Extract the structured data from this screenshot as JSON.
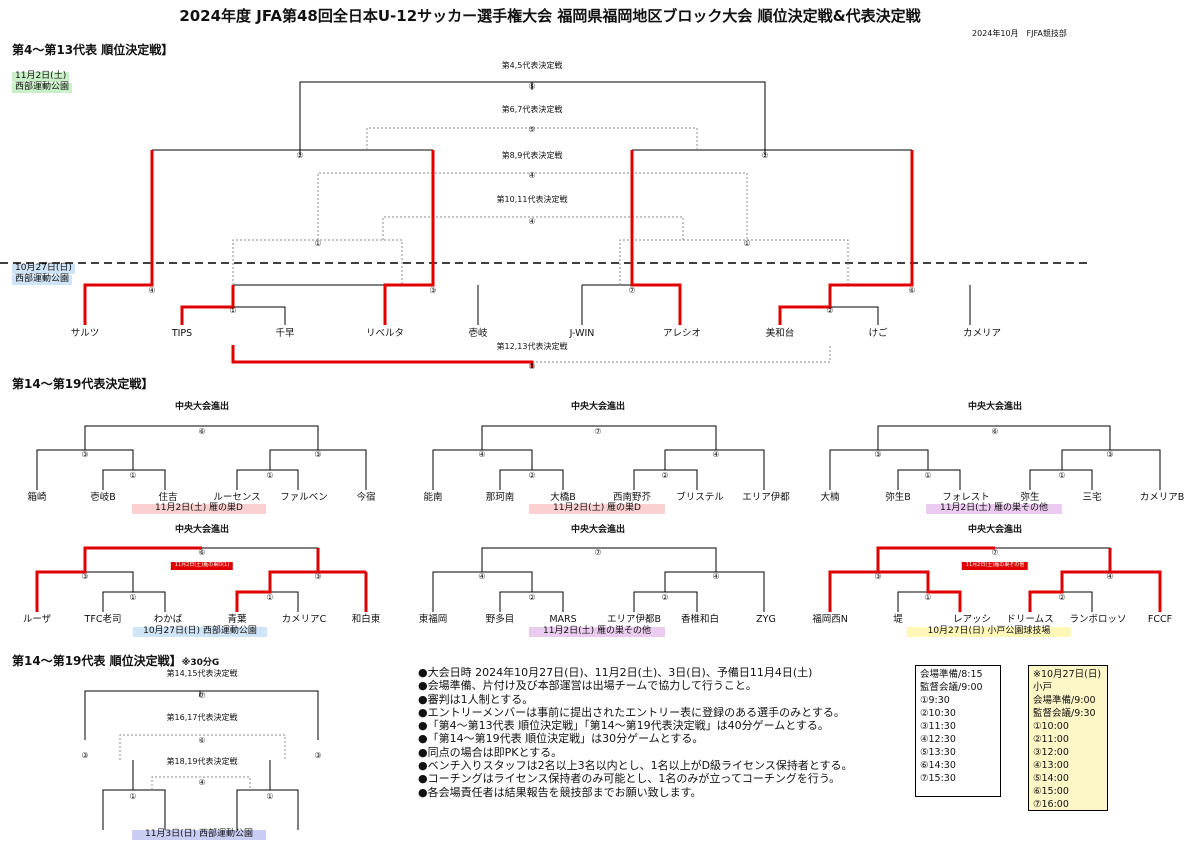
{
  "title": "2024年度 JFA第48回全日本U-12サッカー選手権大会 福岡県福岡地区ブロック大会 順位決定戦&代表決定戦",
  "subtitle": "2024年10月　FJFA競技部",
  "sections": {
    "s1": "第4～第13代表 順位決定戦】",
    "s2": "第14～第19代表決定戦】",
    "s3": "第14～第19代表 順位決定戦】",
    "s3_note": "※30分G"
  },
  "top": {
    "date1": "11月2日(土)",
    "venue1": "西部運動公園",
    "date2": "10月27日(日)",
    "venue2": "西部運動公園",
    "m45": "第4,5代表決定戦",
    "m67": "第6,7代表決定戦",
    "m89": "第8,9代表決定戦",
    "m1011": "第10,11代表決定戦",
    "m1213": "第12,13代表決定戦",
    "teams": [
      "サルツ",
      "TIPS",
      "千早",
      "リベルタ",
      "壱岐",
      "J-WIN",
      "アレシオ",
      "美和台",
      "けご",
      "カメリア"
    ],
    "n45": "⑤",
    "n67": "⑤",
    "nL": "②",
    "nR": "②",
    "n89": "④",
    "n1011": "④",
    "nLL": "①",
    "nRR": "①",
    "nA": "④",
    "nB": "③",
    "nC": "⑦",
    "nD": "⑥",
    "nTIPS": "①",
    "nMIWA": "②",
    "n1213": "⑤"
  },
  "groups": [
    {
      "head": "中央大会進出",
      "root": "⑥",
      "l": "③",
      "r": "③",
      "ll": "①",
      "rl": "①",
      "teams": [
        "箱崎",
        "壱岐B",
        "住吉",
        "ルーセンス",
        "ファルベン",
        "今宿"
      ],
      "venue": "11月2日(土) 雁の巣D"
    },
    {
      "head": "中央大会進出",
      "root": "⑦",
      "l": "④",
      "r": "④",
      "ll": "②",
      "rl": "②",
      "teams": [
        "能南",
        "那珂南",
        "大橋B",
        "西南野芥",
        "ブリステル",
        "エリア伊都"
      ],
      "venue": "11月2日(土) 雁の巣D"
    },
    {
      "head": "中央大会進出",
      "root": "⑥",
      "l": "③",
      "r": "③",
      "ll": "①",
      "rl": "①",
      "teams": [
        "大楠",
        "弥生B",
        "フォレスト",
        "弥生",
        "三宅",
        "カメリアB"
      ],
      "venue": "11月2日(土) 雁の巣その他"
    },
    {
      "head": "中央大会進出",
      "root": "⑥",
      "l": "③",
      "r": "③",
      "ll": "①",
      "rl": "①",
      "teams": [
        "ルーザ",
        "TFC老司",
        "わかば",
        "青葉",
        "カメリアC",
        "和白東"
      ],
      "venue": "10月27日(日) 西部運動公園",
      "red": "11月2日(土)雁の巣D(1)"
    },
    {
      "head": "中央大会進出",
      "root": "⑦",
      "l": "④",
      "r": "④",
      "ll": "②",
      "rl": "②",
      "teams": [
        "東福岡",
        "野多目",
        "MARS",
        "エリア伊都B",
        "香椎和白",
        "ZYG"
      ],
      "venue": "11月2日(土) 雁の巣その他"
    },
    {
      "head": "中央大会進出",
      "root": "⑦",
      "l": "③",
      "r": "④",
      "ll": "①",
      "rl": "②",
      "teams": [
        "福岡西N",
        "堤",
        "レアッシ",
        "ドリームス",
        "ランボロッソ",
        "FCCF"
      ],
      "venue": "10月27日(日) 小戸公園球技場",
      "red": "11月2日(土)雁の巣その他"
    }
  ],
  "bottom": {
    "m1415": "第14,15代表決定戦",
    "m1617": "第16,17代表決定戦",
    "m1819": "第18,19代表決定戦",
    "n1415": "⑦",
    "n1617": "⑥",
    "n1819": "④",
    "nL": "③",
    "nR": "③",
    "nLL": "①",
    "nRR": "①",
    "venue": "11月3日(日) 西部運動公園"
  },
  "info": [
    "●大会日時 2024年10月27日(日)、11月2日(土)、3日(日)、予備日11月4日(土)",
    "●会場準備、片付け及び本部運営は出場チームで協力して行うこと。",
    "●審判は1人制とする。",
    "●エントリーメンバーは事前に提出されたエントリー表に登録のある選手のみとする。",
    "●「第4～第13代表 順位決定戦」「第14～第19代表決定戦」は40分ゲームとする。",
    "●「第14～第19代表 順位決定戦」は30分ゲームとする。",
    "●同点の場合は即PKとする。",
    "●ベンチ入りスタッフは2名以上3名以内とし、1名以上がD級ライセンス保持者とする。",
    "●コーチングはライセンス保持者のみ可能とし、1名のみが立ってコーチングを行う。",
    "●各会場責任者は結果報告を競技部までお願い致します。"
  ],
  "schedule1": [
    "会場準備/8:15",
    "監督会議/9:00",
    "①9:30",
    "②10:30",
    "③11:30",
    "④12:30",
    "⑤13:30",
    "⑥14:30",
    "⑦15:30"
  ],
  "schedule2": [
    "※10月27日(日)小戸",
    "会場準備/9:00",
    "監督会議/9:30",
    "①10:00",
    "②11:00",
    "③12:00",
    "④13:00",
    "⑤14:00",
    "⑥15:00",
    "⑦16:00"
  ],
  "colors": {
    "red": "#e00000",
    "gray": "#888888"
  }
}
